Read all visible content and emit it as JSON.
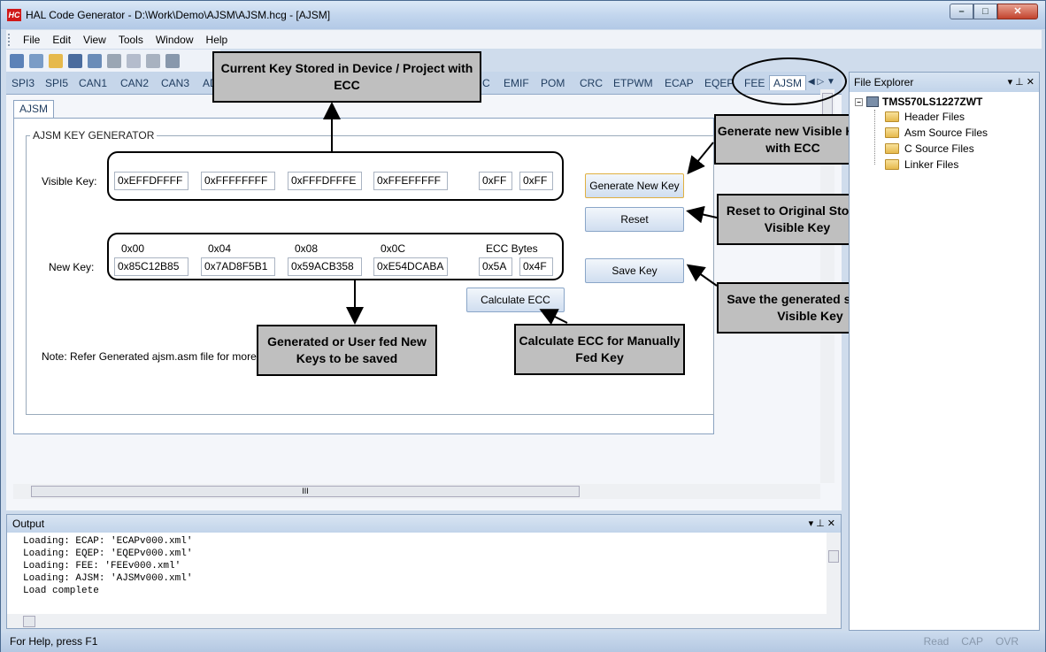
{
  "window": {
    "app_icon_text": "HC",
    "title": "HAL Code Generator - D:\\Work\\Demo\\AJSM\\AJSM.hcg - [AJSM]",
    "minimize": "–",
    "maximize": "□",
    "close": "✕"
  },
  "menu": [
    "File",
    "Edit",
    "View",
    "Tools",
    "Window",
    "Help"
  ],
  "module_tabs": {
    "items": [
      "SPI3",
      "SPI5",
      "CAN1",
      "CAN2",
      "CAN3",
      "AD",
      "C",
      "EMIF",
      "POM",
      "CRC",
      "ETPWM",
      "ECAP",
      "EQEP",
      "FEE",
      "AJSM"
    ],
    "active": "AJSM",
    "nav": "◀ ▷ ▼"
  },
  "subtab": "AJSM",
  "group_title": "AJSM KEY GENERATOR",
  "visible_key": {
    "label": "Visible Key:",
    "values": [
      "0xEFFDFFFF",
      "0xFFFFFFFF",
      "0xFFFDFFFE",
      "0xFFEFFFFF",
      "0xFF",
      "0xFF"
    ]
  },
  "new_key": {
    "label": "New Key:",
    "headers": [
      "0x00",
      "0x04",
      "0x08",
      "0x0C",
      "ECC Bytes"
    ],
    "values": [
      "0x85C12B85",
      "0x7AD8F5B1",
      "0x59ACB358",
      "0xE54DCABA",
      "0x5A",
      "0x4F"
    ]
  },
  "buttons": {
    "generate": "Generate New Key",
    "reset": "Reset",
    "save": "Save Key",
    "calc_ecc": "Calculate ECC"
  },
  "note": "Note: Refer Generated ajsm.asm file for more help",
  "callouts": {
    "current_key": "Current Key Stored in Device / Project with ECC",
    "generate_new": "Generate new Visible Key with ECC",
    "reset_original": "Reset to Original Stored Visible Key",
    "save_generated": "Save the generated selected Visible Key",
    "calc_manual": "Calculate ECC for Manually Fed Key",
    "generated_user": "Generated or User fed New Keys to be saved"
  },
  "file_explorer": {
    "title": "File Explorer",
    "controls": "▾ ⊥ ✕",
    "root": "TMS570LS1227ZWT",
    "items": [
      "Header Files",
      "Asm Source Files",
      "C Source Files",
      "Linker Files"
    ]
  },
  "output": {
    "title": "Output",
    "controls": "▾ ⊥ ✕",
    "lines": [
      "Loading: ECAP: 'ECAPv000.xml'",
      "Loading: EQEP: 'EQEPv000.xml'",
      "Loading: FEE: 'FEEv000.xml'",
      "Loading: AJSM: 'AJSMv000.xml'",
      "Load complete"
    ]
  },
  "scroll": {
    "h_thumb": "III"
  },
  "status": {
    "help": "For Help, press F1",
    "indicators": [
      "Read",
      "CAP",
      "OVR"
    ]
  },
  "colors": {
    "callout_fill": "#bfbfbf",
    "title_close": "#c2432d"
  }
}
